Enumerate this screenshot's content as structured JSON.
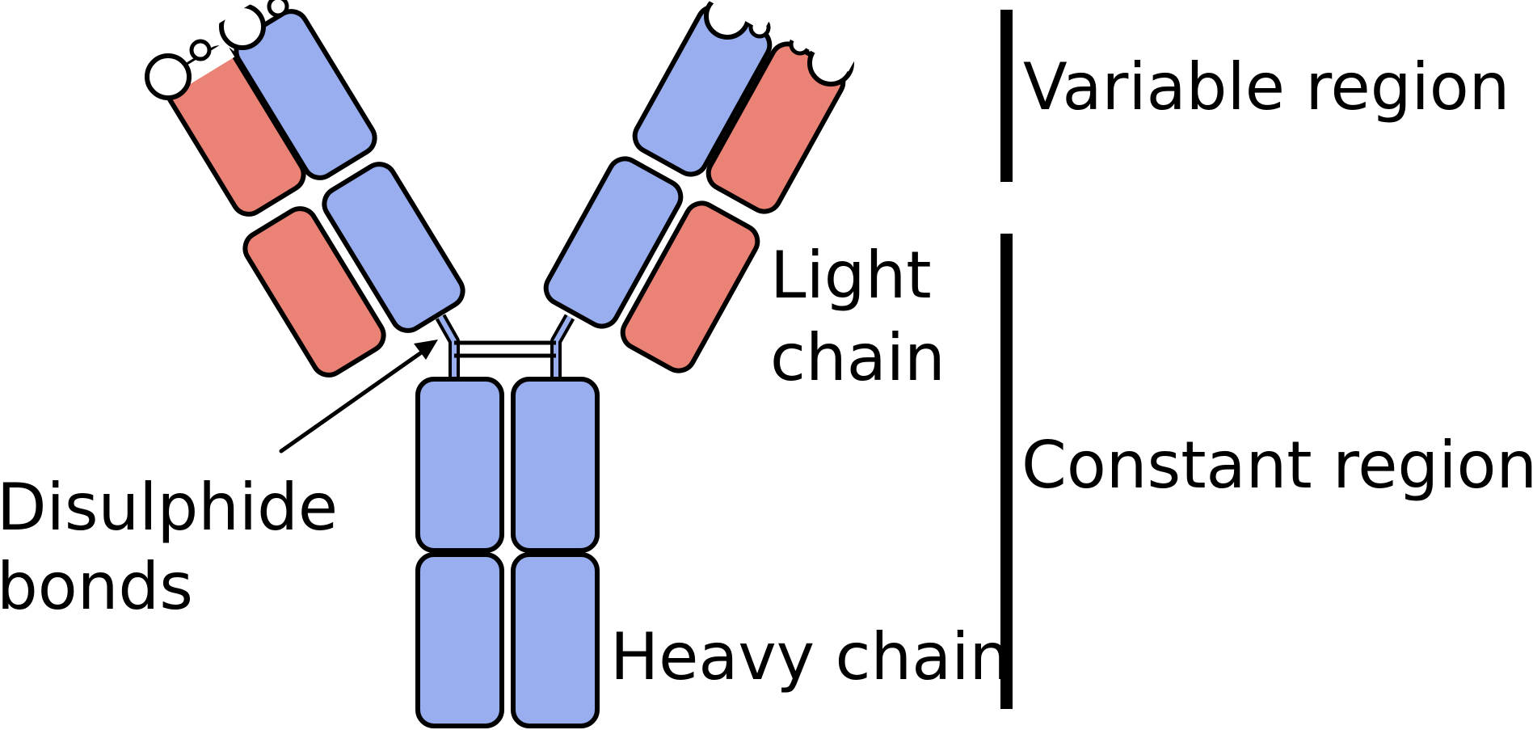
{
  "labels": {
    "variable_region": "Variable region",
    "constant_region": "Constant region",
    "light_chain_line1": "Light",
    "light_chain_line2": "chain",
    "heavy_chain": "Heavy chain",
    "disulphide_line1": "Disulphide",
    "disulphide_line2": "bonds"
  },
  "colors": {
    "heavy_chain": "#99aeee",
    "light_chain": "#eb8276",
    "outline": "#000000"
  }
}
